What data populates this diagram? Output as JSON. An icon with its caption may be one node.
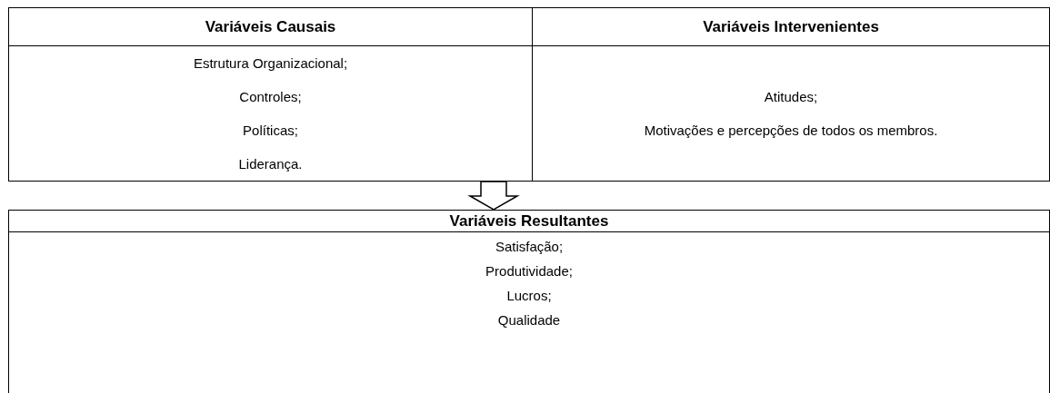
{
  "diagram": {
    "nodes": [
      {
        "text": [
          "Variáveis Causais",
          "Estrutura Organizacional;",
          "Controles;",
          "Políticas;",
          "Liderança."
        ]
      },
      {
        "text": [
          "Variáveis Intervenientes",
          "Atitudes;",
          "Motivações e percepções de todos os membros."
        ]
      },
      {
        "text": [
          "Variáveis Resultantes",
          "Satisfação;",
          "Produtividade;",
          "Lucros;",
          "Qualidade"
        ]
      }
    ],
    "edges": [
      {
        "from": 0,
        "to": 2,
        "arrow": "to"
      }
    ]
  }
}
